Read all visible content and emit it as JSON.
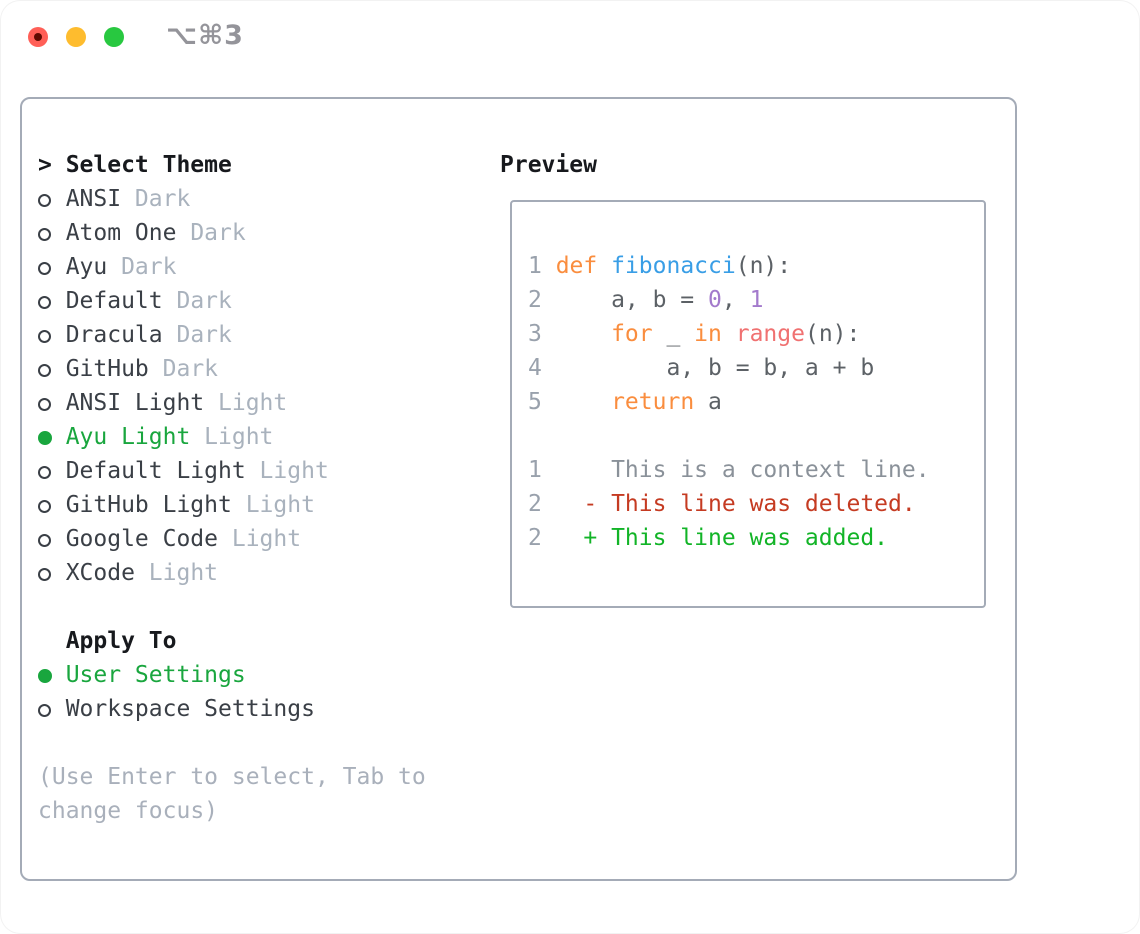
{
  "window": {
    "title_shortcut": "⌥⌘3"
  },
  "theme_panel": {
    "prompt": ">",
    "header": "Select Theme",
    "themes": [
      {
        "name": "ANSI",
        "variant": "Dark",
        "selected": false
      },
      {
        "name": "Atom One",
        "variant": "Dark",
        "selected": false
      },
      {
        "name": "Ayu",
        "variant": "Dark",
        "selected": false
      },
      {
        "name": "Default",
        "variant": "Dark",
        "selected": false
      },
      {
        "name": "Dracula",
        "variant": "Dark",
        "selected": false
      },
      {
        "name": "GitHub",
        "variant": "Dark",
        "selected": false
      },
      {
        "name": "ANSI Light",
        "variant": "Light",
        "selected": false
      },
      {
        "name": "Ayu Light",
        "variant": "Light",
        "selected": true
      },
      {
        "name": "Default Light",
        "variant": "Light",
        "selected": false
      },
      {
        "name": "GitHub Light",
        "variant": "Light",
        "selected": false
      },
      {
        "name": "Google Code",
        "variant": "Light",
        "selected": false
      },
      {
        "name": "XCode",
        "variant": "Light",
        "selected": false
      }
    ],
    "apply_to": {
      "header": "Apply To",
      "options": [
        {
          "name": "User Settings",
          "selected": true
        },
        {
          "name": "Workspace Settings",
          "selected": false
        }
      ]
    },
    "help_lines": [
      "(Use Enter to select, Tab to",
      "change focus)"
    ]
  },
  "preview": {
    "header": "Preview",
    "lines": [
      {
        "kind": "code-line-1",
        "num": "1",
        "parts": [
          [
            "def",
            "kw"
          ],
          [
            " ",
            "plain"
          ],
          [
            "fibonacci",
            "fn"
          ],
          [
            "(n):",
            "plain"
          ]
        ]
      },
      {
        "kind": "code-line-2",
        "num": "2",
        "parts": [
          [
            "    a, b = ",
            "plain"
          ],
          [
            "0",
            "num"
          ],
          [
            ", ",
            "plain"
          ],
          [
            "1",
            "num"
          ]
        ]
      },
      {
        "kind": "code-line-3",
        "num": "3",
        "parts": [
          [
            "    ",
            "plain"
          ],
          [
            "for",
            "kw"
          ],
          [
            " _ ",
            "plain"
          ],
          [
            "in",
            "kw"
          ],
          [
            " ",
            "plain"
          ],
          [
            "range",
            "call"
          ],
          [
            "(n):",
            "plain"
          ]
        ]
      },
      {
        "kind": "code-line-4",
        "num": "4",
        "parts": [
          [
            "        a, b = b, a + b",
            "plain"
          ]
        ]
      },
      {
        "kind": "code-line-5",
        "num": "5",
        "parts": [
          [
            "    ",
            "plain"
          ],
          [
            "return",
            "kw"
          ],
          [
            " a",
            "plain"
          ]
        ]
      },
      {
        "kind": "blank-line",
        "num": "",
        "parts": []
      },
      {
        "kind": "diff-context-line",
        "num": "1",
        "parts": [
          [
            "    This is a context line.",
            "ctx"
          ]
        ]
      },
      {
        "kind": "diff-deleted-line",
        "num": "2",
        "parts": [
          [
            "  - This line was deleted.",
            "del"
          ]
        ]
      },
      {
        "kind": "diff-added-line",
        "num": "2",
        "parts": [
          [
            "  + This line was added.",
            "add"
          ]
        ]
      }
    ]
  },
  "colors": {
    "accent-green": "#19a63e",
    "kw": "#fa8d3e",
    "fn": "#399ee6",
    "num": "#a37acc",
    "call": "#f07171",
    "plain": "#5c6166",
    "ctx": "#8a9199",
    "del": "#c53b22",
    "add": "#12b427",
    "line-number": "#99a1ac",
    "item-text": "#3a3f46",
    "variant-text": "#a9b2bd",
    "header-text": "#17191d",
    "help-text": "#a9b0bb",
    "border": "#a4abb7",
    "traffic-red": "#ff5f57",
    "traffic-yellow": "#febc2e",
    "traffic-green": "#28c840",
    "title-text": "#94949a"
  }
}
